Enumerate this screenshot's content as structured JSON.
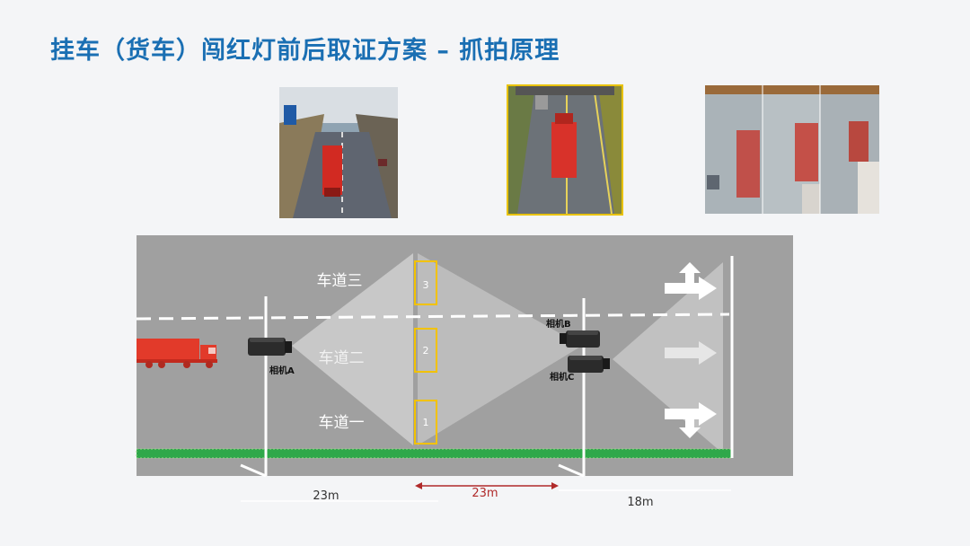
{
  "title": "挂车（货车）闯红灯前后取证方案  –  抓拍原理",
  "lanes": [
    "车道三",
    "车道二",
    "车道一"
  ],
  "lane_boxes": [
    "3",
    "2",
    "1"
  ],
  "cameras": {
    "a": "相机A",
    "b": "相机B",
    "c": "相机C"
  },
  "distances": {
    "first": "23m",
    "second": "23m",
    "third": "18m"
  },
  "colors": {
    "title": "#1a6fb3",
    "road": "#a0a0a0",
    "lane_box": "#f2c200",
    "truck": "#e23a2a",
    "grass": "#2fa84a",
    "measure_mid": "#b02a2a"
  }
}
